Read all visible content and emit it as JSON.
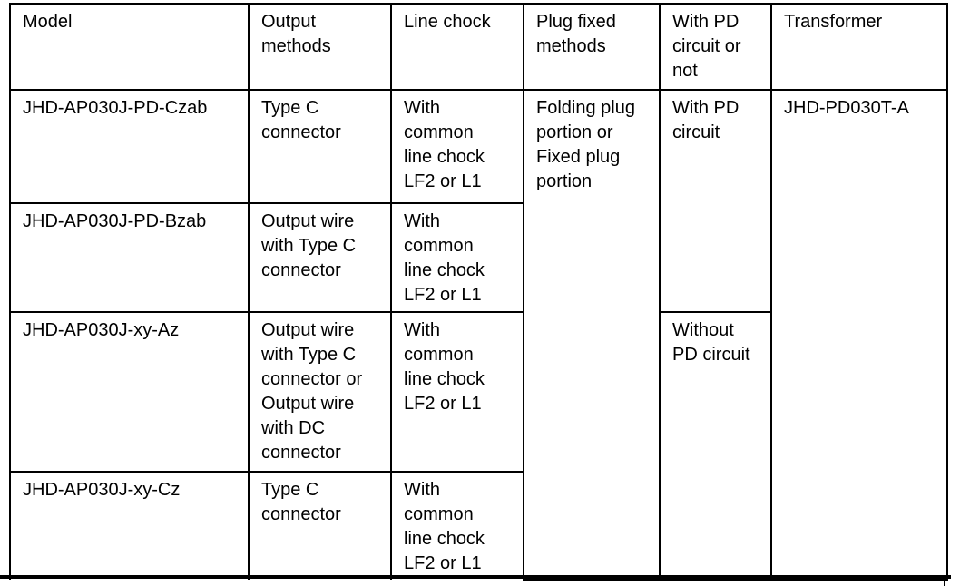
{
  "table": {
    "columns": [
      {
        "key": "model",
        "label": "Model"
      },
      {
        "key": "output_methods",
        "label": "Output\nmethods"
      },
      {
        "key": "line_chock",
        "label": "Line chock"
      },
      {
        "key": "plug_fixed_methods",
        "label": "Plug fixed\nmethods"
      },
      {
        "key": "pd_circuit_or_not",
        "label": "With PD\ncircuit or\nnot"
      },
      {
        "key": "transformer",
        "label": "Transformer"
      }
    ],
    "rows": [
      {
        "model": "JHD-AP030J-PD-Czab",
        "output_methods": "Type C\nconnector",
        "line_chock": "With\ncommon\nline chock\nLF2 or L1",
        "plug_fixed_methods": "Folding plug\nportion or\nFixed plug\nportion",
        "pd_circuit": "With PD\ncircuit",
        "transformer": "JHD-PD030T-A"
      },
      {
        "model": "JHD-AP030J-PD-Bzab",
        "output_methods": "Output wire\nwith Type C\nconnector",
        "line_chock": "With\ncommon\nline chock\nLF2 or L1"
      },
      {
        "model": "JHD-AP030J-xy-Az",
        "output_methods": "Output wire\nwith Type C\nconnector or\nOutput wire\nwith DC\nconnector",
        "line_chock": "With\ncommon\nline chock\nLF2 or L1",
        "pd_circuit": "Without\nPD circuit"
      },
      {
        "model": "JHD-AP030J-xy-Cz",
        "output_methods": "Type C\nconnector",
        "line_chock": "With\ncommon\nline chock\nLF2 or L1"
      }
    ]
  }
}
